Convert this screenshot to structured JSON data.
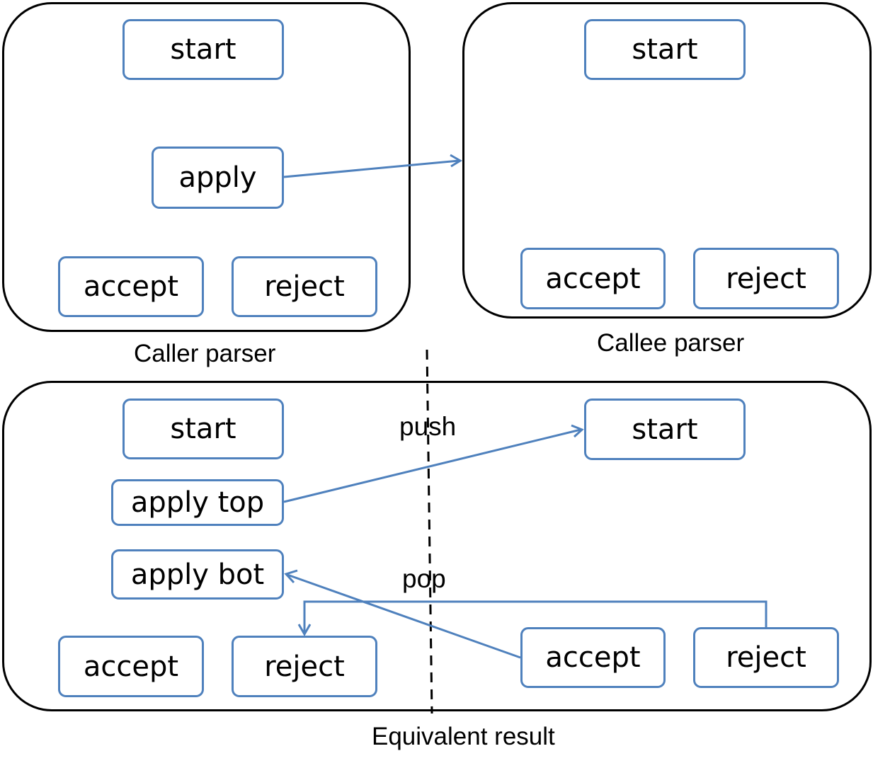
{
  "caller": {
    "caption": "Caller parser",
    "start": "start",
    "apply": "apply",
    "accept": "accept",
    "reject": "reject"
  },
  "callee": {
    "caption": "Callee parser",
    "start": "start",
    "accept": "accept",
    "reject": "reject"
  },
  "result": {
    "caption": "Equivalent result",
    "push_label": "push",
    "pop_label": "pop",
    "caller_start": "start",
    "apply_top": "apply top",
    "apply_bot": "apply bot",
    "caller_accept": "accept",
    "caller_reject": "reject",
    "callee_start": "start",
    "callee_accept": "accept",
    "callee_reject": "reject"
  },
  "colors": {
    "node_border": "#4f81bd",
    "arrow": "#4f81bd",
    "container_border": "#000000"
  }
}
